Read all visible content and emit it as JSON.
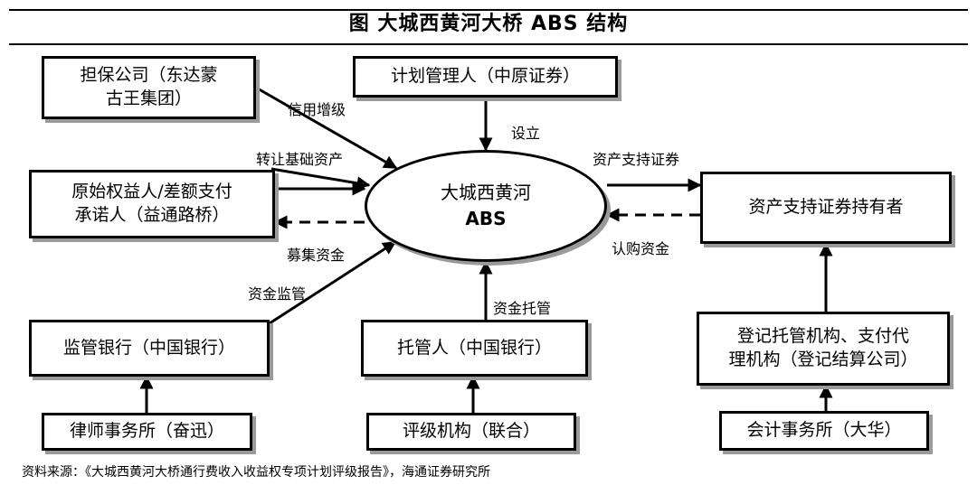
{
  "title": "图  大城西黄河大桥 ABS 结构",
  "center": {
    "line1": "大城西黄河",
    "line2": "ABS"
  },
  "boxes": {
    "guarantor": "担保公司（东达蒙\n古王集团）",
    "manager": "计划管理人（中原证券）",
    "originator": "原始权益人/差额支付\n承诺人（益通路桥）",
    "holder": "资产支持证券持有者",
    "supervisor_bank": "监管银行（中国银行）",
    "custodian": "托管人（中国银行）",
    "registrar": "登记托管机构、支付代\n理机构（登记结算公司）",
    "law_firm": "律师事务所（奋迅）",
    "rating_agency": "评级机构（联合）",
    "accounting_firm": "会计事务所（大华）"
  },
  "labels": {
    "credit_enhancement": "信用增级",
    "setup": "设立",
    "transfer_assets": "转让基础资产",
    "abs_issue": "资产支持证券",
    "raise_funds": "募集资金",
    "subscribe_funds": "认购资金",
    "fund_supervision": "资金监管",
    "fund_custody": "资金托管"
  },
  "source": "资料来源：《大城西黄河大桥通行费收入收益权专项计划评级报告》，海通证券研究所"
}
